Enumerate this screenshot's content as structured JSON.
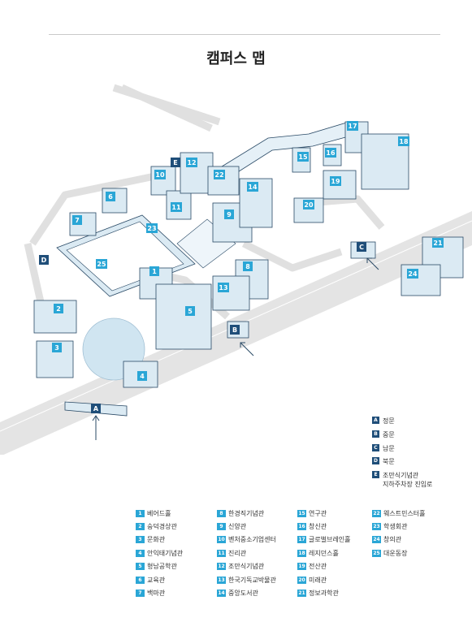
{
  "title": "캠퍼스 맵",
  "colors": {
    "accent": "#2aa6d6",
    "gate": "#1f4e79",
    "road": "#e6e6e6",
    "building": "#dbeaf3",
    "outline": "#2a4a66"
  },
  "map_markers": {
    "b1": "1",
    "b2": "2",
    "b3": "3",
    "b4": "4",
    "b5": "5",
    "b6": "6",
    "b7": "7",
    "b8": "8",
    "b9": "9",
    "b10": "10",
    "b11": "11",
    "b12": "12",
    "b13": "13",
    "b14": "14",
    "b15": "15",
    "b16": "16",
    "b17": "17",
    "b18": "18",
    "b19": "19",
    "b20": "20",
    "b21": "21",
    "b22": "22",
    "b23": "23",
    "b24": "24",
    "b25": "25",
    "gA": "A",
    "gB": "B",
    "gC": "C",
    "gD": "D",
    "gE": "E"
  },
  "gates": [
    {
      "code": "A",
      "name": "정문"
    },
    {
      "code": "B",
      "name": "중문"
    },
    {
      "code": "C",
      "name": "남문"
    },
    {
      "code": "D",
      "name": "북문"
    },
    {
      "code": "E",
      "name": "조만식기념관",
      "name2": "지하주차장 진입로"
    }
  ],
  "legend": [
    {
      "num": "1",
      "name": "베어드홀"
    },
    {
      "num": "2",
      "name": "숭덕경상관"
    },
    {
      "num": "3",
      "name": "문화관"
    },
    {
      "num": "4",
      "name": "안익태기념관"
    },
    {
      "num": "5",
      "name": "형남공학관"
    },
    {
      "num": "6",
      "name": "교육관"
    },
    {
      "num": "7",
      "name": "백마관"
    },
    {
      "num": "8",
      "name": "한경직기념관"
    },
    {
      "num": "9",
      "name": "신양관"
    },
    {
      "num": "10",
      "name": "벤처중소기업센터"
    },
    {
      "num": "11",
      "name": "진리관"
    },
    {
      "num": "12",
      "name": "조만식기념관"
    },
    {
      "num": "13",
      "name": "한국기독교박물관"
    },
    {
      "num": "14",
      "name": "중앙도서관"
    },
    {
      "num": "15",
      "name": "연구관"
    },
    {
      "num": "16",
      "name": "창신관"
    },
    {
      "num": "17",
      "name": "글로벌브레인홀"
    },
    {
      "num": "18",
      "name": "레지던스홀"
    },
    {
      "num": "19",
      "name": "전산관"
    },
    {
      "num": "20",
      "name": "미래관"
    },
    {
      "num": "21",
      "name": "정보과학관"
    },
    {
      "num": "22",
      "name": "웨스트민스터홀"
    },
    {
      "num": "23",
      "name": "학생회관"
    },
    {
      "num": "24",
      "name": "창의관"
    },
    {
      "num": "25",
      "name": "대운동장"
    }
  ]
}
